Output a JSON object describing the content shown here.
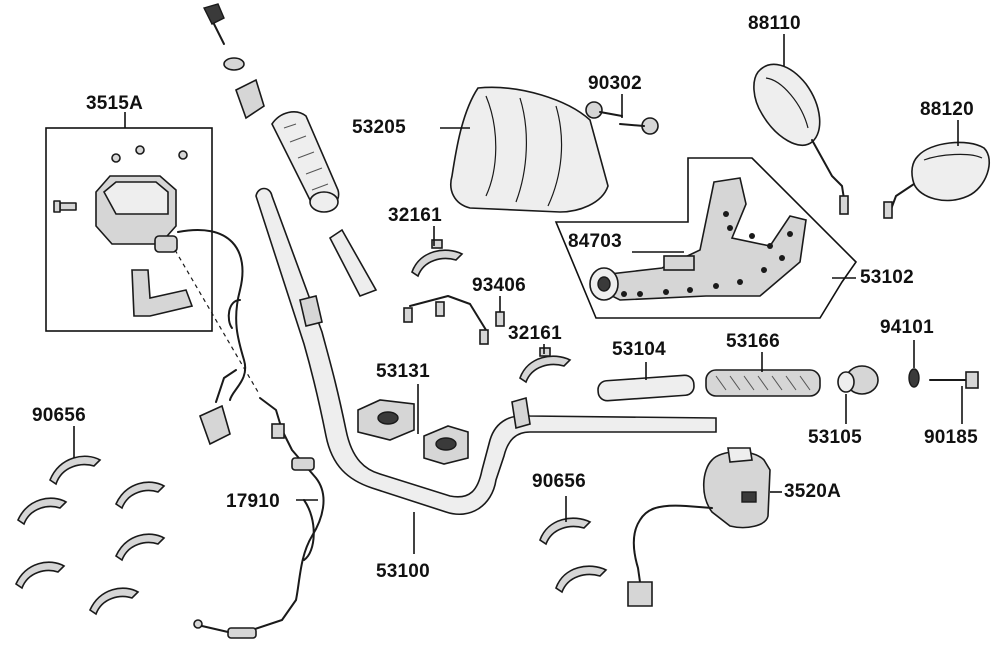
{
  "diagram": {
    "labels": {
      "throttle_assembly": "3515A",
      "cable": "17910",
      "clamps_left": "90656",
      "handlebar": "53100",
      "holders": "53131",
      "cowl": "53205",
      "clamp_upper": "32161",
      "clamp_lower": "32161",
      "bolts_cowl": "90302",
      "bracket_screws": "93406",
      "mirror_left": "88110",
      "mirror_right": "88120",
      "bracket_part": "84703",
      "bracket_assembly": "53102",
      "weight": "53104",
      "grip": "53166",
      "bar_end": "53105",
      "washer": "94101",
      "bar_end_bolt": "90185",
      "clamps_right": "90656",
      "switch": "3520A"
    }
  }
}
